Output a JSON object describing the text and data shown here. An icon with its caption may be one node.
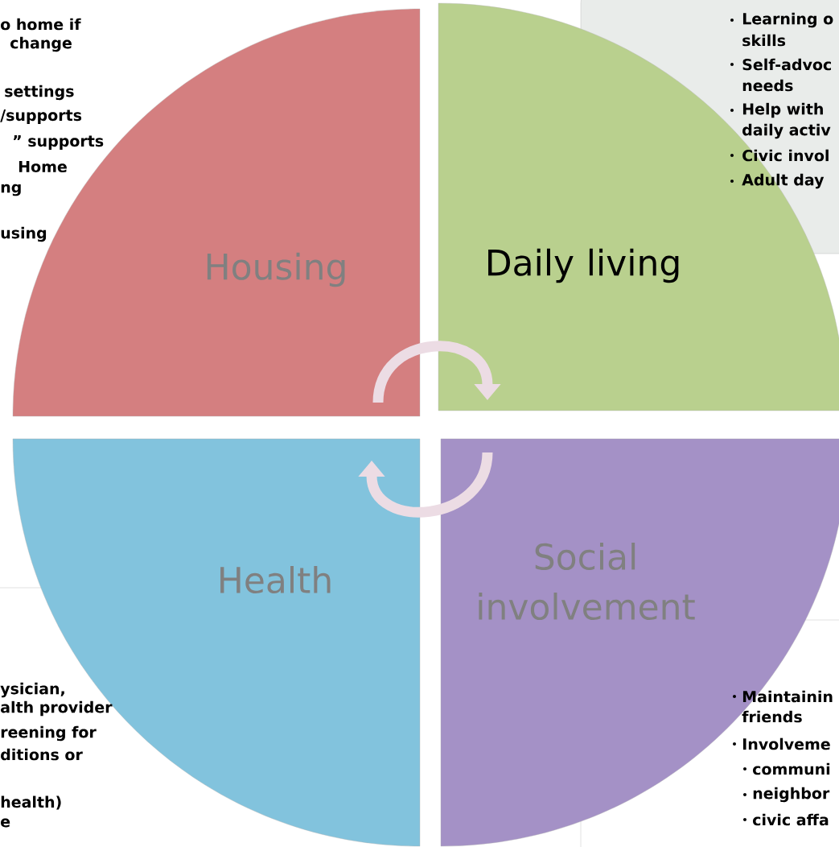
{
  "diagram": {
    "nodes": [
      {
        "text": [
          "Housing"
        ]
      },
      {
        "text": [
          "Daily living"
        ]
      },
      {
        "text": [
          "Social involvement"
        ]
      },
      {
        "text": [
          "Health"
        ]
      },
      {
        "text": [
          "Learning o",
          "skills",
          "Self-advoc",
          "needs",
          "Help with",
          "daily activ",
          "Civic invol",
          "Adult day"
        ]
      },
      {
        "text": [
          "ysician,",
          "alth provider",
          "reening for",
          "ditions or",
          "health)",
          "e"
        ]
      },
      {
        "text": [
          "Maintainin",
          "friends",
          "Involveme",
          "communi",
          "neighbor",
          "civic affa"
        ]
      }
    ],
    "edges": [
      {
        "from": 0,
        "to": 1,
        "arrow": "to"
      },
      {
        "from": 2,
        "to": 3,
        "arrow": "to"
      }
    ],
    "labels": [
      "o home if",
      "change",
      "settings",
      "/supports",
      "” supports",
      "Home",
      "ng",
      "using"
    ]
  }
}
